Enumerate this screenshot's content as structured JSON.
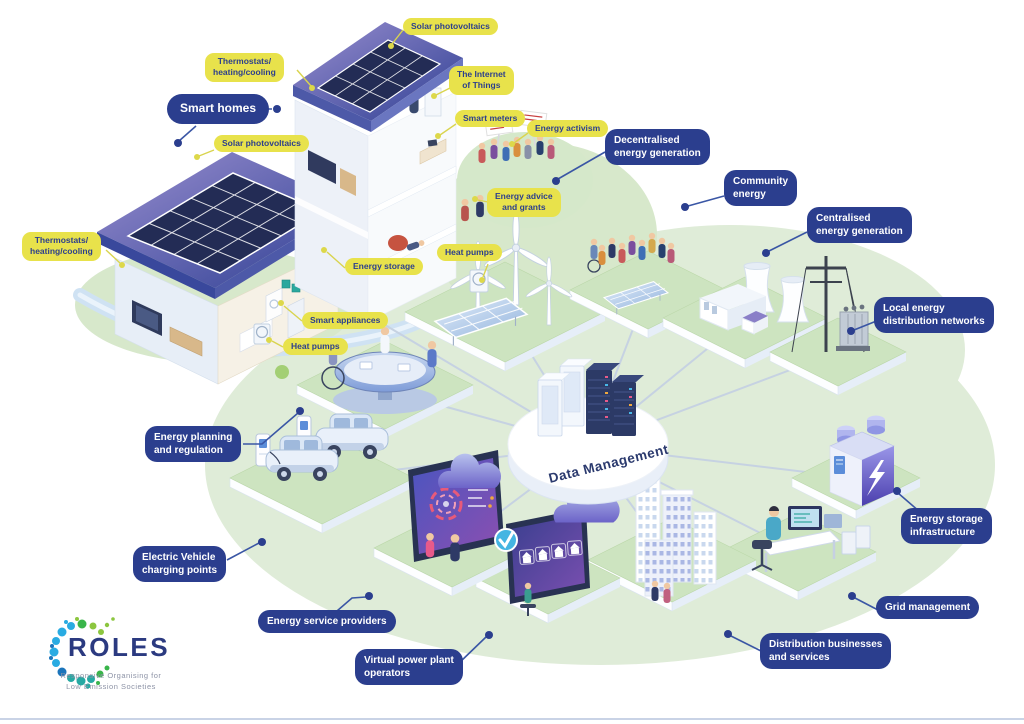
{
  "logo": {
    "name": "ROLES",
    "tagline": "Responsive Organising for\nLow Emission Societies"
  },
  "center": {
    "label": "Data Management"
  },
  "home_features": [
    {
      "id": "solar-pv-tall-house",
      "text": "Solar photovoltaics"
    },
    {
      "id": "thermostats-tall-house",
      "text": "Thermostats/\nheating/cooling"
    },
    {
      "id": "internet-of-things",
      "text": "The Internet\nof Things"
    },
    {
      "id": "smart-meters",
      "text": "Smart meters"
    },
    {
      "id": "energy-activism",
      "text": "Energy activism"
    },
    {
      "id": "solar-pv-left-house",
      "text": "Solar photovoltaics"
    },
    {
      "id": "energy-advice-grants",
      "text": "Energy advice\nand grants"
    },
    {
      "id": "thermostats-left-house",
      "text": "Thermostats/\nheating/cooling"
    },
    {
      "id": "heat-pumps-right",
      "text": "Heat pumps"
    },
    {
      "id": "energy-storage",
      "text": "Energy storage"
    },
    {
      "id": "smart-appliances",
      "text": "Smart appliances"
    },
    {
      "id": "heat-pumps-left",
      "text": "Heat pumps"
    }
  ],
  "stakeholders": [
    {
      "id": "smart-homes",
      "text": "Smart homes"
    },
    {
      "id": "decentralised-energy-generation",
      "text": "Decentralised\nenergy generation"
    },
    {
      "id": "community-energy",
      "text": "Community\nenergy"
    },
    {
      "id": "centralised-energy-generation",
      "text": "Centralised\nenergy generation"
    },
    {
      "id": "local-energy-distribution-networks",
      "text": "Local energy\ndistribution networks"
    },
    {
      "id": "energy-planning-and-regulation",
      "text": "Energy planning\nand regulation"
    },
    {
      "id": "electric-vehicle-charging-points",
      "text": "Electric Vehicle\ncharging points"
    },
    {
      "id": "energy-service-providers",
      "text": "Energy service providers"
    },
    {
      "id": "virtual-power-plant-operators",
      "text": "Virtual power plant\noperators"
    },
    {
      "id": "energy-storage-infrastructure",
      "text": "Energy storage\ninfrastructure"
    },
    {
      "id": "grid-management",
      "text": "Grid management"
    },
    {
      "id": "distribution-businesses-and-services",
      "text": "Distribution businesses\nand services"
    }
  ],
  "colors": {
    "label-blue": "#2b3e8e",
    "label-yellow": "#e8e24b",
    "logo-navy": "#2b3a80",
    "tagline-gray": "#8d93a6",
    "connector-blue": "#3a56a5",
    "connector-yellow": "#d9d44e",
    "ground-green": "#dfecd8",
    "platform-green": "#cde4c0",
    "roof-blue": "#2e3f93",
    "screen-purple": "#7a4fb0",
    "cloud-purple": "#6c63c8",
    "battery-purple": "#4b3fae",
    "check-teal": "#45b5e2"
  }
}
